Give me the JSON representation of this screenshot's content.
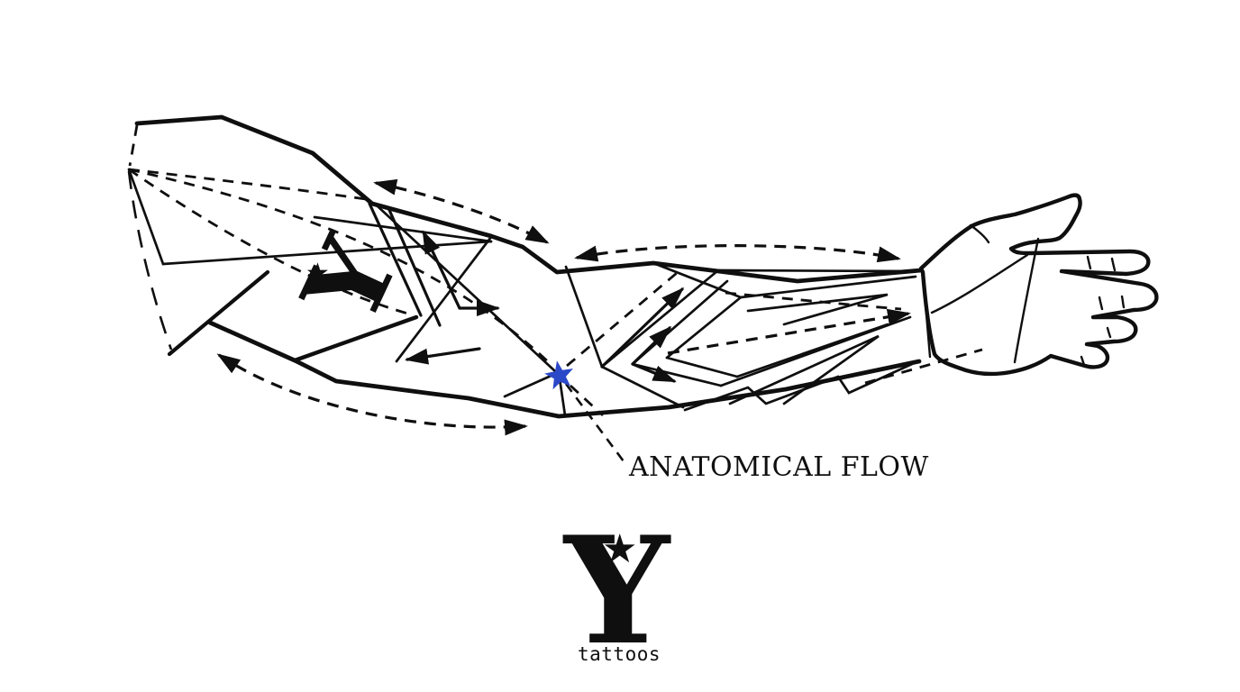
{
  "canvas": {
    "background": "#ffffff",
    "ink": "#0f0f0f"
  },
  "annotation": {
    "label": "ANATOMICAL FLOW"
  },
  "focal_star": {
    "symbol": "★",
    "color": "#2b48c8"
  },
  "arm_logo": {
    "letter": "Y",
    "star": "★"
  },
  "brand_logo": {
    "letter": "Y",
    "star": "★",
    "wordmark": "tattoos"
  }
}
